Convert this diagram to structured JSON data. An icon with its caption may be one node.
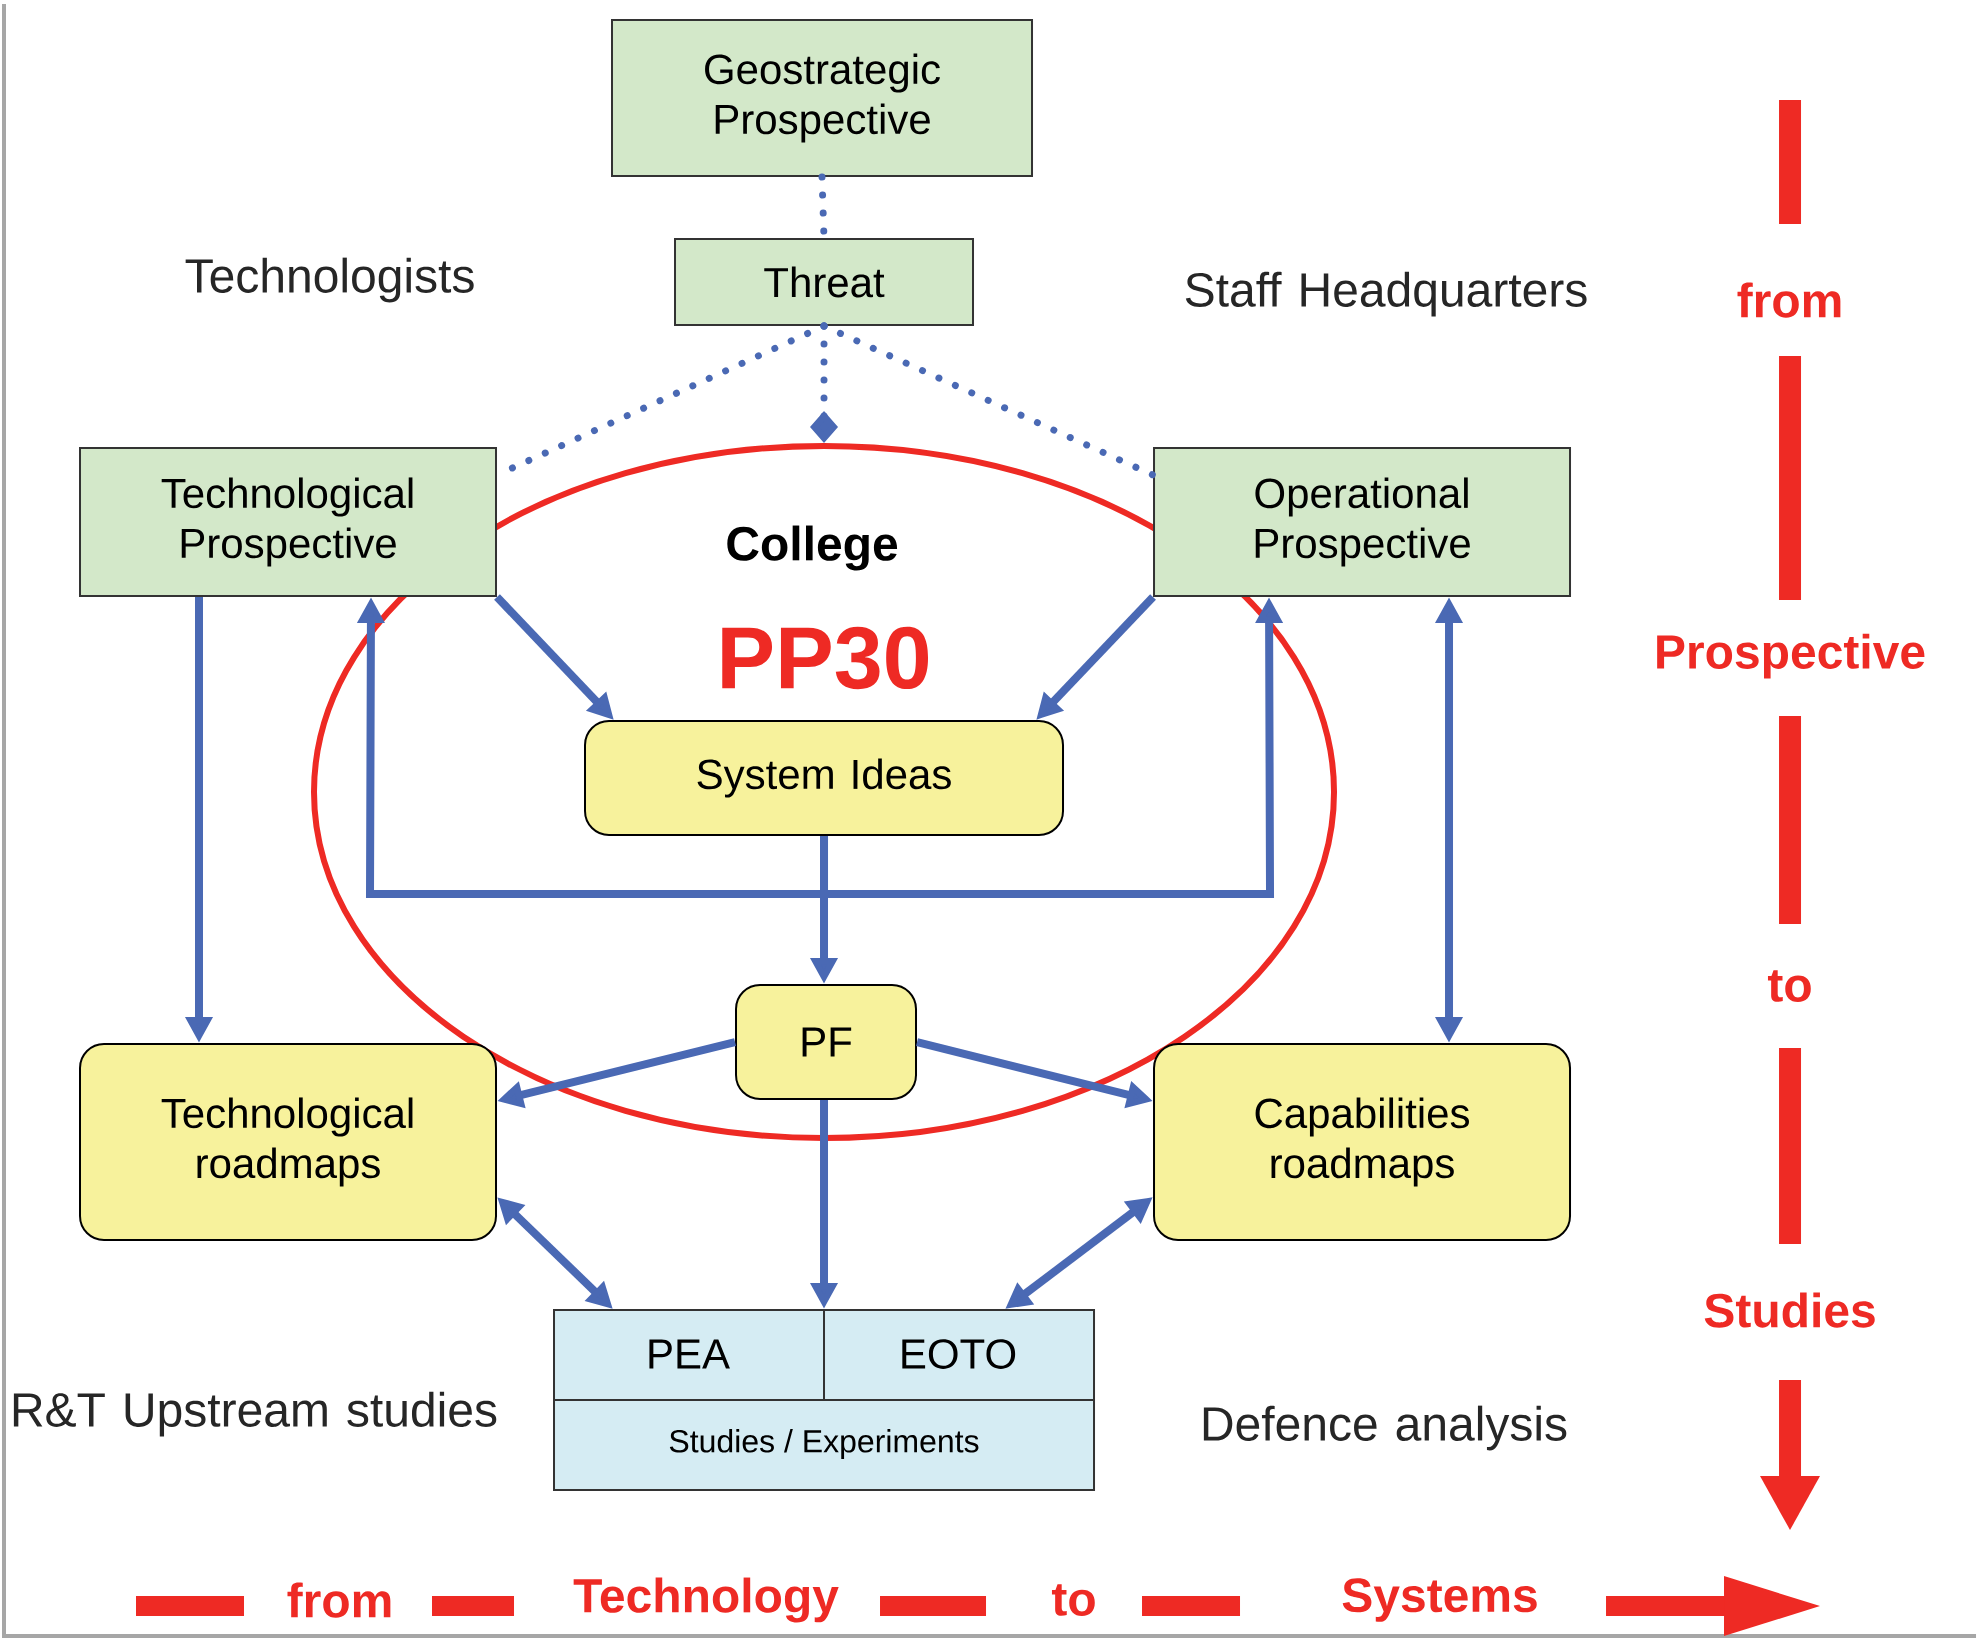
{
  "diagram": {
    "nodes": [
      {
        "text": [
          "Geostrategic Prospective"
        ]
      },
      {
        "text": [
          "Threat"
        ]
      },
      {
        "text": [
          "Technological Prospective"
        ]
      },
      {
        "text": [
          "Operational Prospective"
        ]
      },
      {
        "text": [
          "College",
          "PP30"
        ]
      },
      {
        "text": [
          "System Ideas"
        ],
        "in": 4
      },
      {
        "text": [
          "PF"
        ],
        "in": 4
      },
      {
        "text": [
          "Technological roadmaps"
        ]
      },
      {
        "text": [
          "Capabilities roadmaps"
        ]
      },
      {
        "text": [
          "PEA",
          "EOTO",
          "Studies / Experiments"
        ]
      }
    ],
    "edges": [
      {
        "from": 0,
        "to": 1,
        "arrow": "none",
        "style": "dashed"
      },
      {
        "from": 1,
        "to": 2,
        "arrow": "none",
        "style": "dashed"
      },
      {
        "from": 1,
        "to": 3,
        "arrow": "none",
        "style": "dashed"
      },
      {
        "from": 1,
        "to": 4,
        "arrow": "other",
        "style": "dashed"
      },
      {
        "from": 2,
        "to": 5,
        "arrow": "to"
      },
      {
        "from": 3,
        "to": 5,
        "arrow": "to"
      },
      {
        "from": 5,
        "to": 2,
        "arrow": "to"
      },
      {
        "from": 5,
        "to": 3,
        "arrow": "to"
      },
      {
        "from": 5,
        "to": 6,
        "arrow": "to"
      },
      {
        "from": 2,
        "to": 7,
        "arrow": "to"
      },
      {
        "from": 3,
        "to": 8,
        "arrow": "both"
      },
      {
        "from": 6,
        "to": 7,
        "arrow": "to"
      },
      {
        "from": 6,
        "to": 8,
        "arrow": "to"
      },
      {
        "from": 6,
        "to": 9,
        "arrow": "to"
      },
      {
        "from": 7,
        "to": 9,
        "arrow": "both"
      },
      {
        "from": 8,
        "to": 9,
        "arrow": "both"
      }
    ],
    "labels": [
      "Technologists",
      "Staff Headquarters",
      "from",
      "Prospective",
      "to",
      "Studies",
      "R&T Upstream studies",
      "Defence analysis",
      "from",
      "Technology",
      "to",
      "Systems"
    ]
  }
}
